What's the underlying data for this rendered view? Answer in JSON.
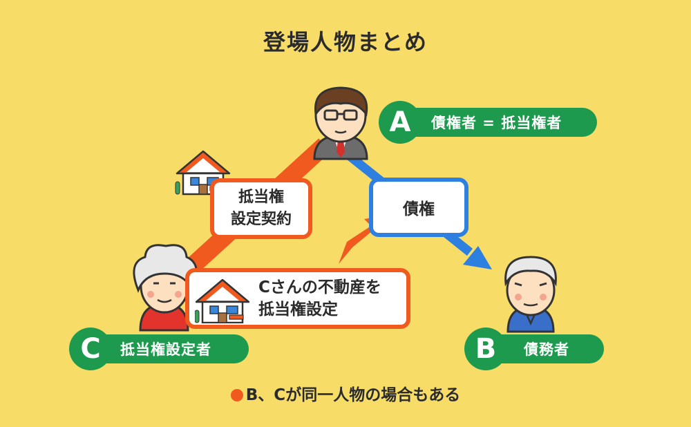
{
  "title": "登場人物まとめ",
  "colors": {
    "background": "#f7dd68",
    "green": "#1d9a4e",
    "orange": "#f05a1e",
    "blue": "#2d7fe0"
  },
  "parties": {
    "a": {
      "letter": "A",
      "label": "債権者 = 抵当権者"
    },
    "b": {
      "letter": "B",
      "label": "債務者"
    },
    "c": {
      "letter": "C",
      "label": "抵当権設定者"
    }
  },
  "contract_box": {
    "line1": "抵当権",
    "line2": "設定契約"
  },
  "claim_box": {
    "label": "債権"
  },
  "property_box": {
    "line1": "Cさんの不動産を",
    "line2": "抵当権設定"
  },
  "note": {
    "text": "B、Cが同一人物の場合もある"
  }
}
